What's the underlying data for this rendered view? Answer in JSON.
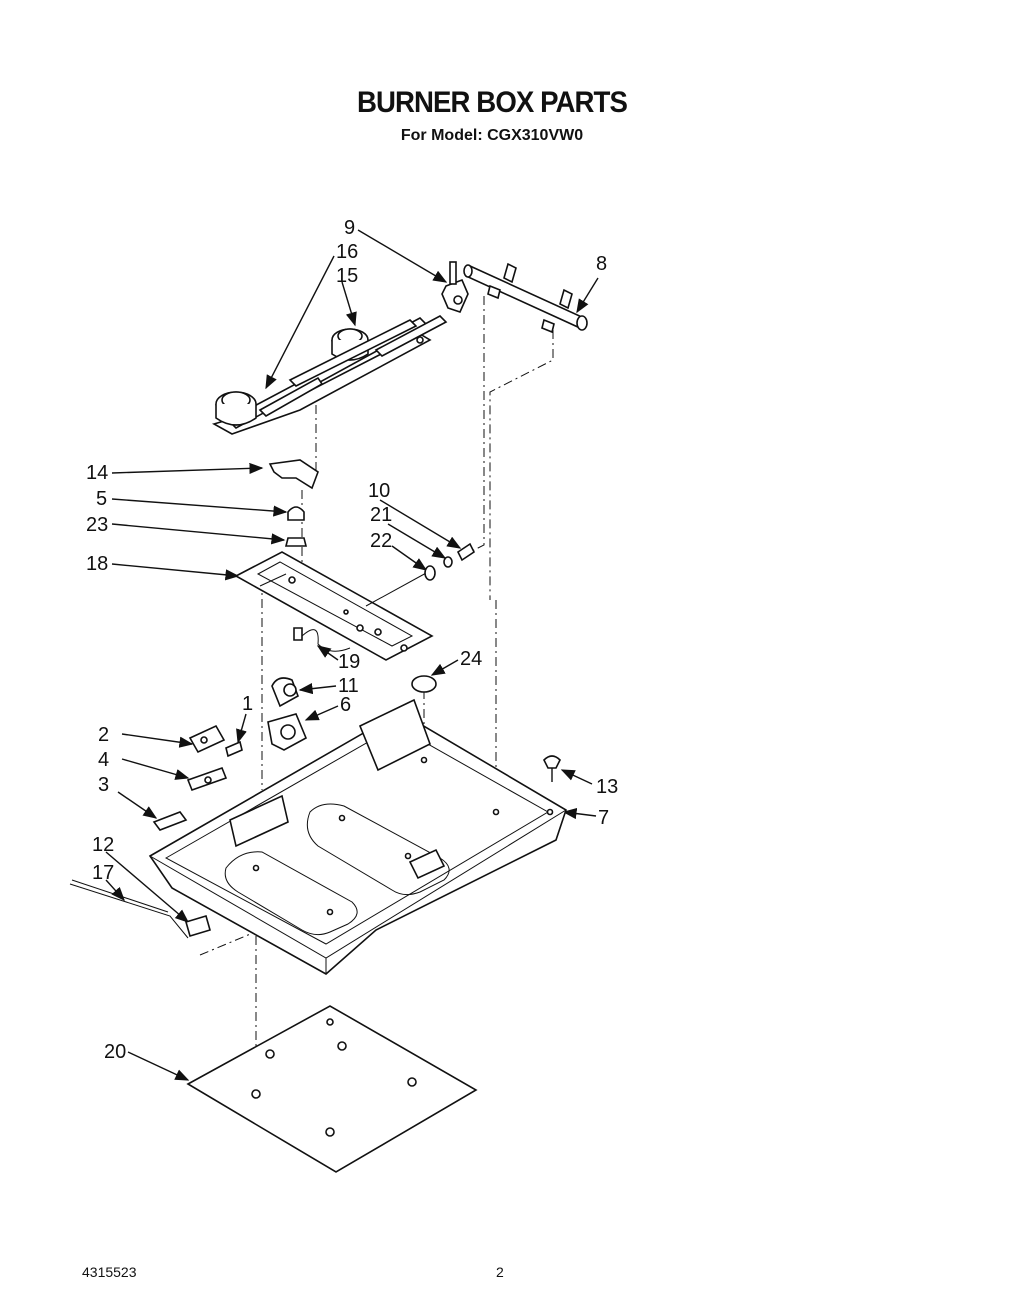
{
  "header": {
    "title": "BURNER BOX PARTS",
    "subtitle": "For Model: CGX310VW0"
  },
  "footer": {
    "doc_number": "4315523",
    "page_number": "2"
  },
  "callouts": [
    "9",
    "16",
    "15",
    "8",
    "14",
    "5",
    "23",
    "18",
    "10",
    "21",
    "22",
    "19",
    "24",
    "11",
    "6",
    "1",
    "2",
    "4",
    "3",
    "13",
    "7",
    "12",
    "17",
    "20"
  ]
}
